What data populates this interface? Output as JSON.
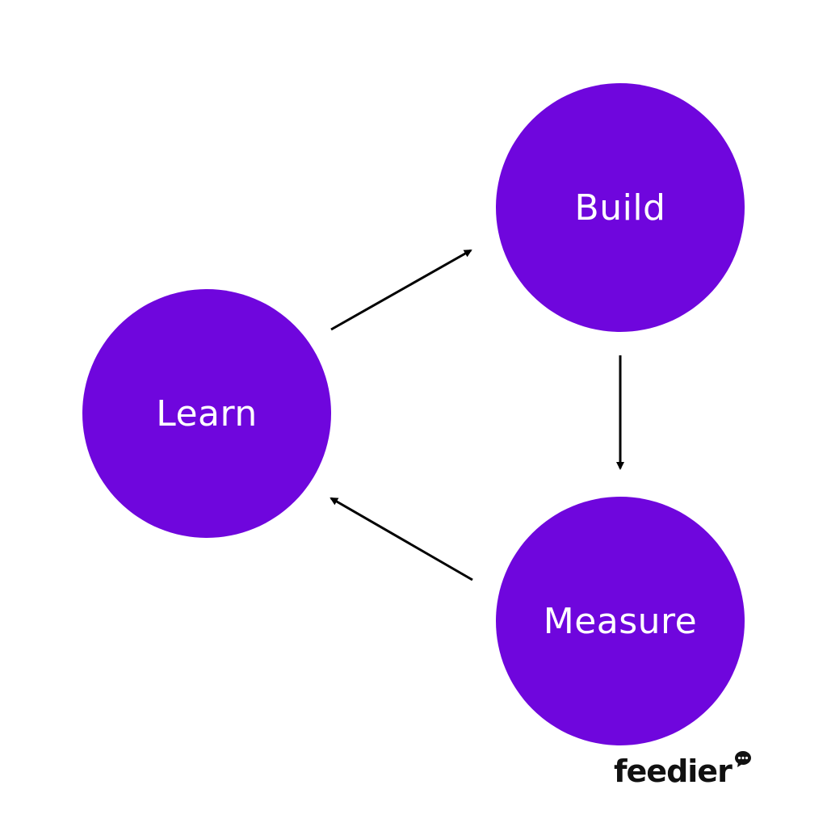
{
  "diagram": {
    "nodes": {
      "build": {
        "label": "Build"
      },
      "learn": {
        "label": "Learn"
      },
      "measure": {
        "label": "Measure"
      }
    },
    "edges": [
      {
        "from": "learn",
        "to": "build"
      },
      {
        "from": "build",
        "to": "measure"
      },
      {
        "from": "measure",
        "to": "learn"
      }
    ]
  },
  "logo": {
    "text": "feedier"
  },
  "colors": {
    "node_fill": "#6f06dd",
    "node_text": "#ffffff",
    "arrow": "#000000",
    "logo_text": "#111111",
    "background": "#ffffff"
  },
  "icons": {
    "logo_bubble": "chat-bubble-icon"
  }
}
